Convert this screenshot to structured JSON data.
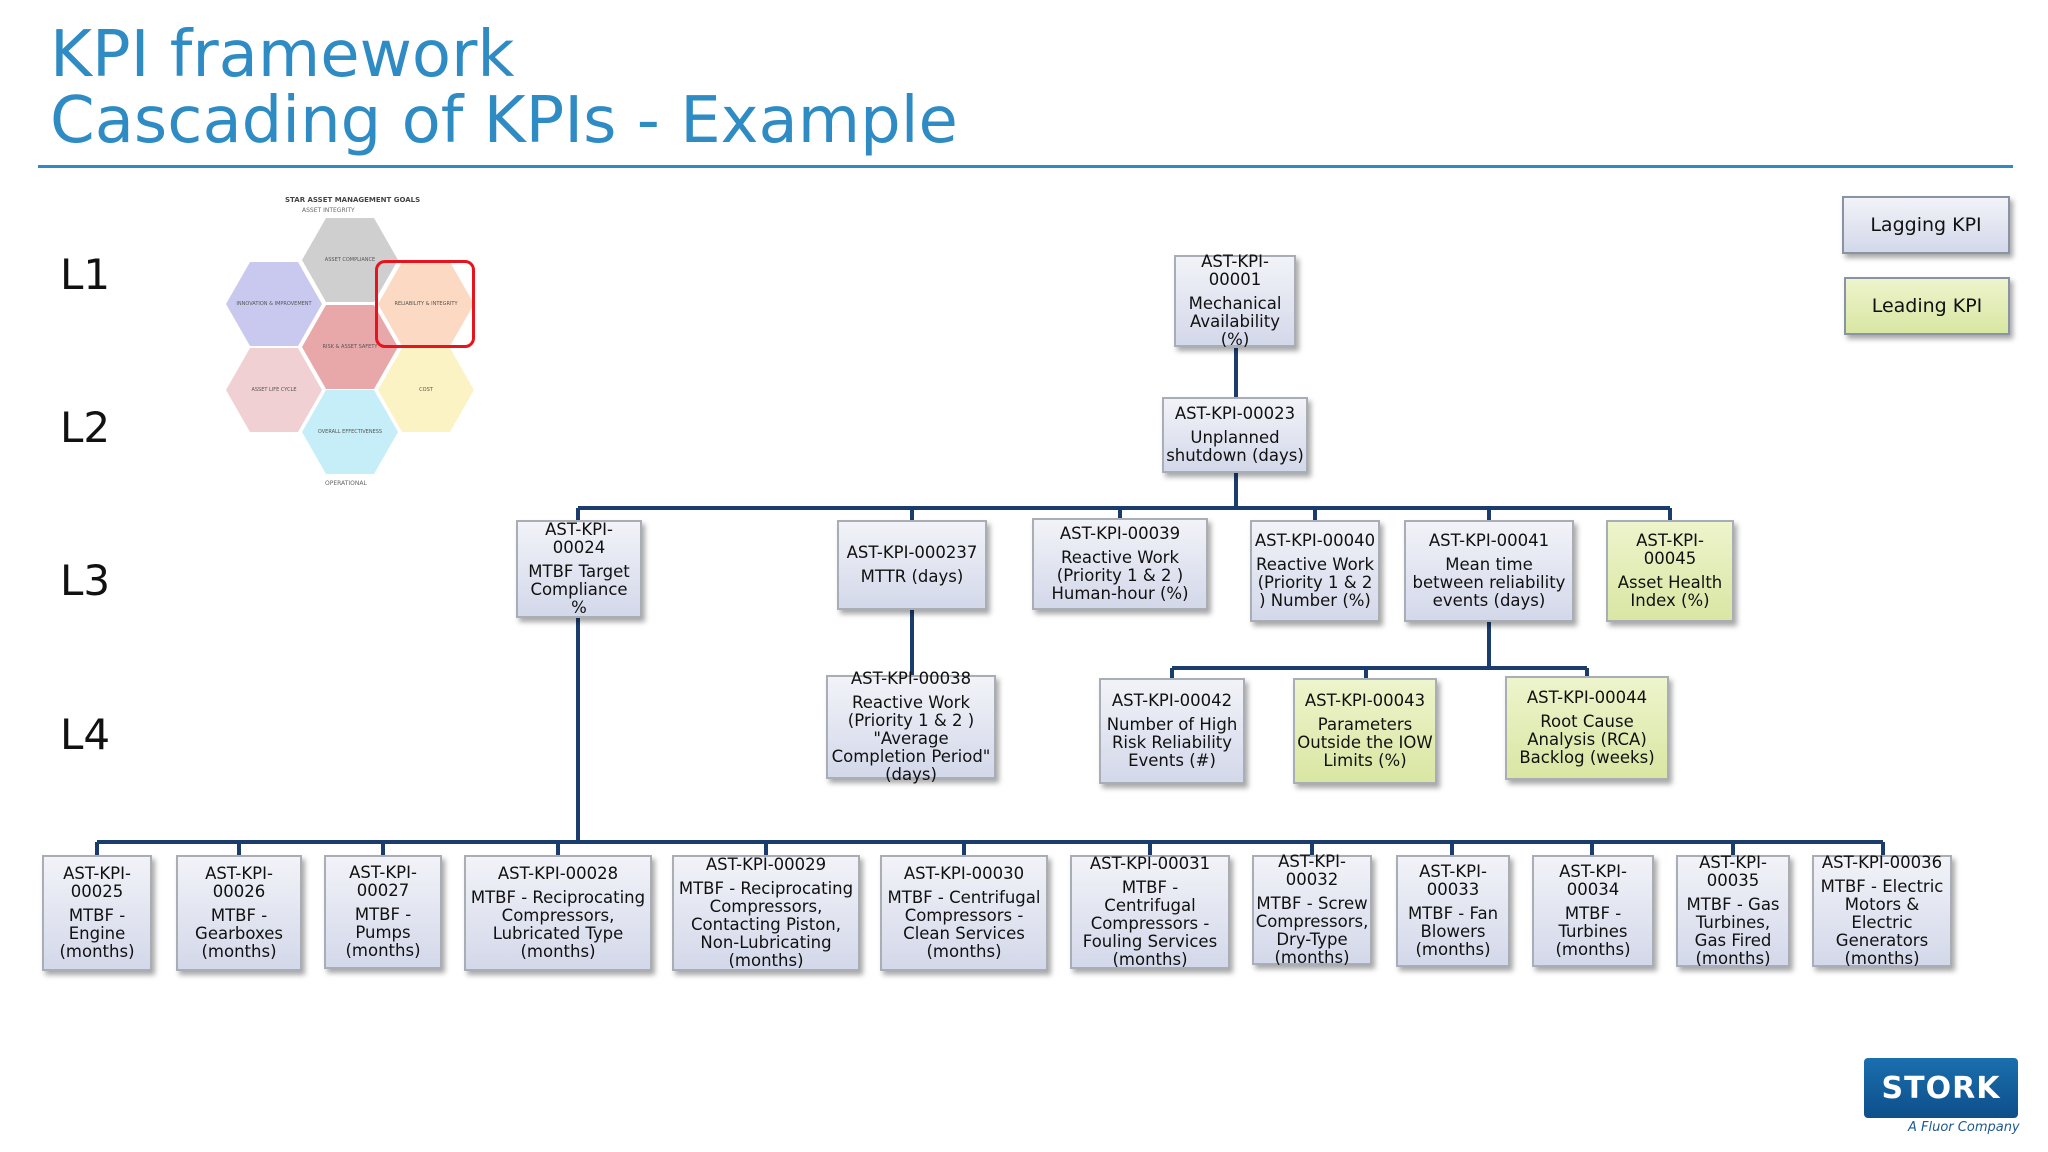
{
  "title": {
    "line1": "KPI framework",
    "line2": "Cascading of KPIs - Example"
  },
  "levels": [
    "L1",
    "L2",
    "L3",
    "L4"
  ],
  "legend": {
    "lagging": "Lagging KPI",
    "leading": "Leading KPI"
  },
  "figure": {
    "heading": "STAR ASSET MANAGEMENT GOALS",
    "top": "ASSET INTEGRITY",
    "hexagons": [
      "ASSET COMPLIANCE",
      "RELIABILITY & INTEGRITY",
      "INNOVATION & IMPROVEMENT",
      "RISK & ASSET SAFETY",
      "COST",
      "ASSET LIFE CYCLE",
      "OVERALL EFFECTIVENESS"
    ],
    "bottom": "OPERATIONAL"
  },
  "kpis": [
    {
      "id": "AST-KPI-00001",
      "name": "Mechanical Availability (%)",
      "type": "lagging"
    },
    {
      "id": "AST-KPI-00023",
      "name": "Unplanned shutdown (days)",
      "type": "lagging"
    },
    {
      "id": "AST-KPI-00024",
      "name": "MTBF Target Compliance %",
      "type": "lagging"
    },
    {
      "id": "AST-KPI-000237",
      "name": "MTTR (days)",
      "type": "lagging"
    },
    {
      "id": "AST-KPI-00039",
      "name": "Reactive Work (Priority 1 & 2 ) Human-hour (%)",
      "type": "lagging"
    },
    {
      "id": "AST-KPI-00040",
      "name": "Reactive Work (Priority 1 & 2 ) Number (%)",
      "type": "lagging"
    },
    {
      "id": "AST-KPI-00041",
      "name": "Mean time between reliability events (days)",
      "type": "lagging"
    },
    {
      "id": "AST-KPI-00045",
      "name": "Asset Health Index (%)",
      "type": "leading"
    },
    {
      "id": "AST-KPI-00038",
      "name": "Reactive Work (Priority 1 & 2 ) \"Average Completion Period\" (days)",
      "type": "lagging"
    },
    {
      "id": "AST-KPI-00042",
      "name": "Number of High Risk Reliability Events (#)",
      "type": "lagging"
    },
    {
      "id": "AST-KPI-00043",
      "name": "Parameters Outside the IOW Limits (%)",
      "type": "leading"
    },
    {
      "id": "AST-KPI-00044",
      "name": "Root Cause Analysis (RCA) Backlog (weeks)",
      "type": "leading"
    },
    {
      "id": "AST-KPI-00025",
      "name": "MTBF - Engine (months)",
      "type": "lagging"
    },
    {
      "id": "AST-KPI-00026",
      "name": "MTBF - Gearboxes (months)",
      "type": "lagging"
    },
    {
      "id": "AST-KPI-00027",
      "name": "MTBF - Pumps (months)",
      "type": "lagging"
    },
    {
      "id": "AST-KPI-00028",
      "name": "MTBF - Reciprocating Compressors, Lubricated Type (months)",
      "type": "lagging"
    },
    {
      "id": "AST-KPI-00029",
      "name": "MTBF - Reciprocating Compressors, Contacting Piston, Non-Lubricating (months)",
      "type": "lagging"
    },
    {
      "id": "AST-KPI-00030",
      "name": "MTBF - Centrifugal Compressors - Clean Services (months)",
      "type": "lagging"
    },
    {
      "id": "AST-KPI-00031",
      "name": "MTBF - Centrifugal Compressors - Fouling Services (months)",
      "type": "lagging"
    },
    {
      "id": "AST-KPI-00032",
      "name": "MTBF - Screw Compressors, Dry-Type (months)",
      "type": "lagging"
    },
    {
      "id": "AST-KPI-00033",
      "name": "MTBF - Fan Blowers (months)",
      "type": "lagging"
    },
    {
      "id": "AST-KPI-00034",
      "name": "MTBF - Turbines (months)",
      "type": "lagging"
    },
    {
      "id": "AST-KPI-00035",
      "name": "MTBF - Gas Turbines, Gas Fired (months)",
      "type": "lagging"
    },
    {
      "id": "AST-KPI-00036",
      "name": "MTBF - Electric Motors & Electric Generators (months)",
      "type": "lagging"
    }
  ],
  "logo": {
    "brand": "STORK",
    "tagline": "A Fluor Company"
  }
}
